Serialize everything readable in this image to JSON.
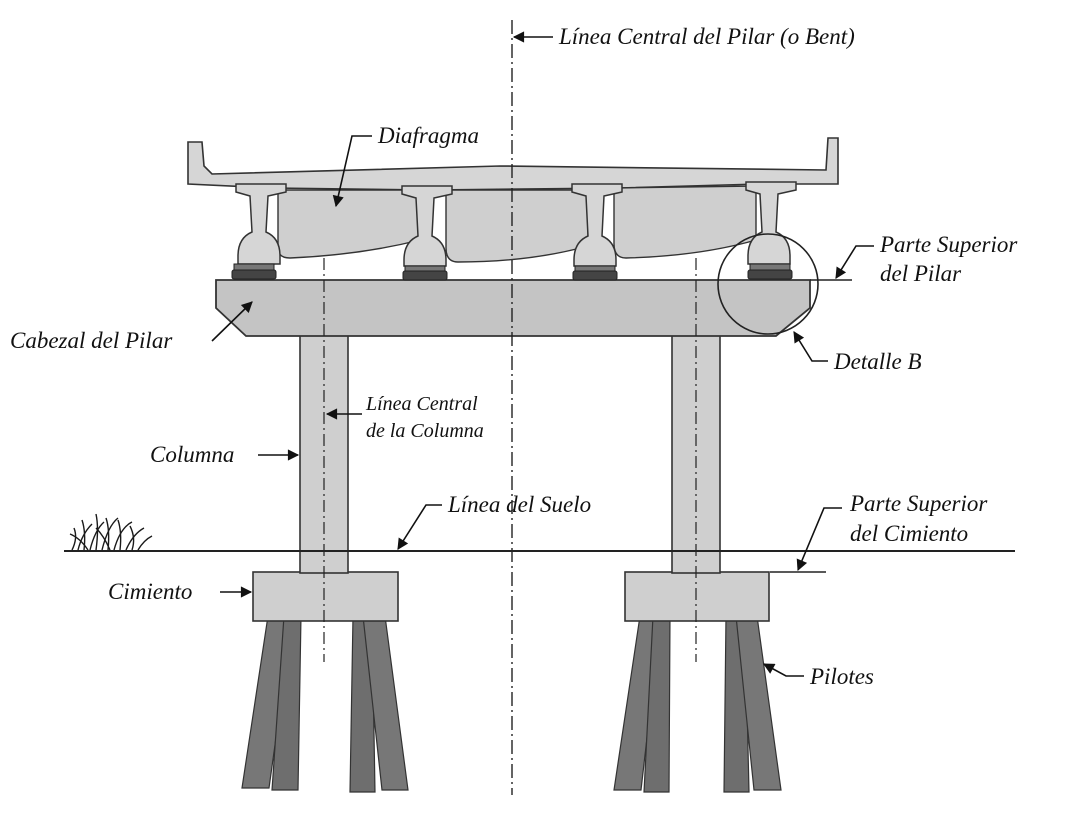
{
  "diagram": {
    "title": "Pier (Bent) elevation with superstructure and pile foundation",
    "labels": {
      "pier_centerline": "Línea Central del Pilar (o Bent)",
      "diaphragm": "Diafragma",
      "pier_top_line1": "Parte Superior",
      "pier_top_line2": "del Pilar",
      "pier_cap": "Cabezal del Pilar",
      "detail_b": "Detalle B",
      "column_centerline_line1": "Línea Central",
      "column_centerline_line2": "de la Columna",
      "column": "Columna",
      "ground_line": "Línea del Suelo",
      "footing_top_line1": "Parte Superior",
      "footing_top_line2": "del Cimiento",
      "footing": "Cimiento",
      "piles": "Pilotes"
    },
    "colors": {
      "concrete": "#cfcfcf",
      "cap": "#c4c4c4",
      "piles": "#777777",
      "bearing": "#444444",
      "outline": "#333333",
      "text": "#111111"
    }
  }
}
